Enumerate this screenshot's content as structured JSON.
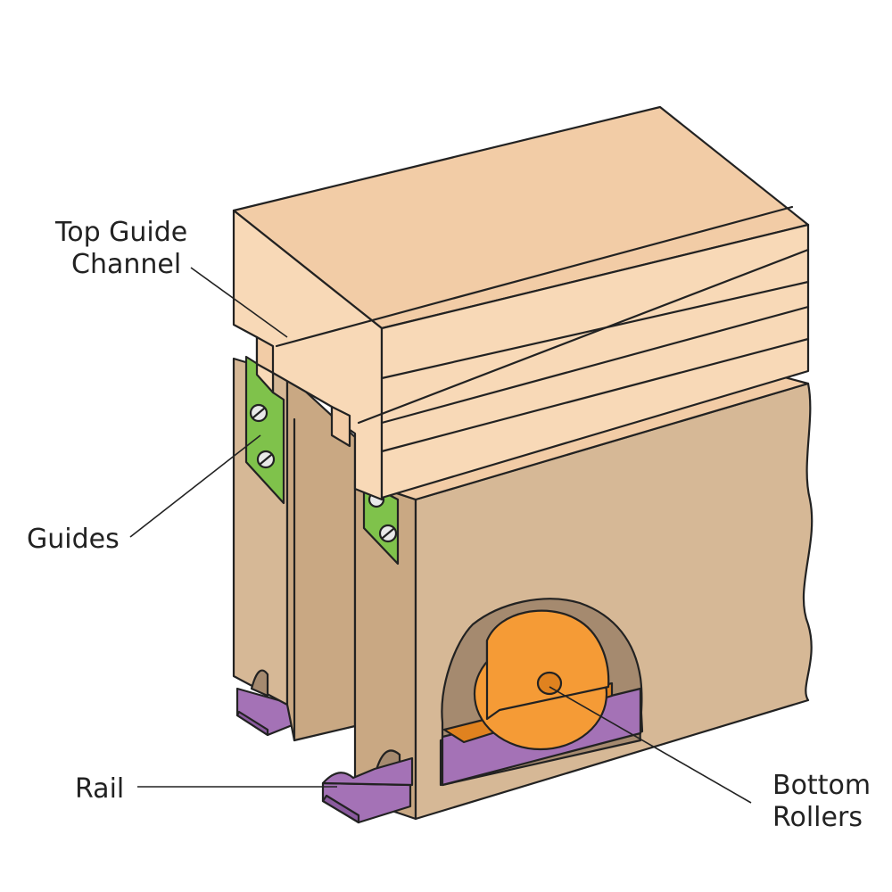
{
  "labels": {
    "top_guide_line1": "Top Guide",
    "top_guide_line2": "Channel",
    "guides": "Guides",
    "rail": "Rail",
    "bottom_line1": "Bottom",
    "bottom_line2": "Rollers"
  },
  "colors": {
    "wood_light": "#f8d9b7",
    "wood_mid": "#f2cca6",
    "door_face": "#d6b896",
    "door_side": "#c9a883",
    "door_shadow": "#a58a6f",
    "guide": "#7fc24b",
    "rail": "#a472b6",
    "rail_dark": "#8a5a9e",
    "roller": "#f59b36",
    "roller_dark": "#e0821f",
    "outline": "#222222"
  }
}
